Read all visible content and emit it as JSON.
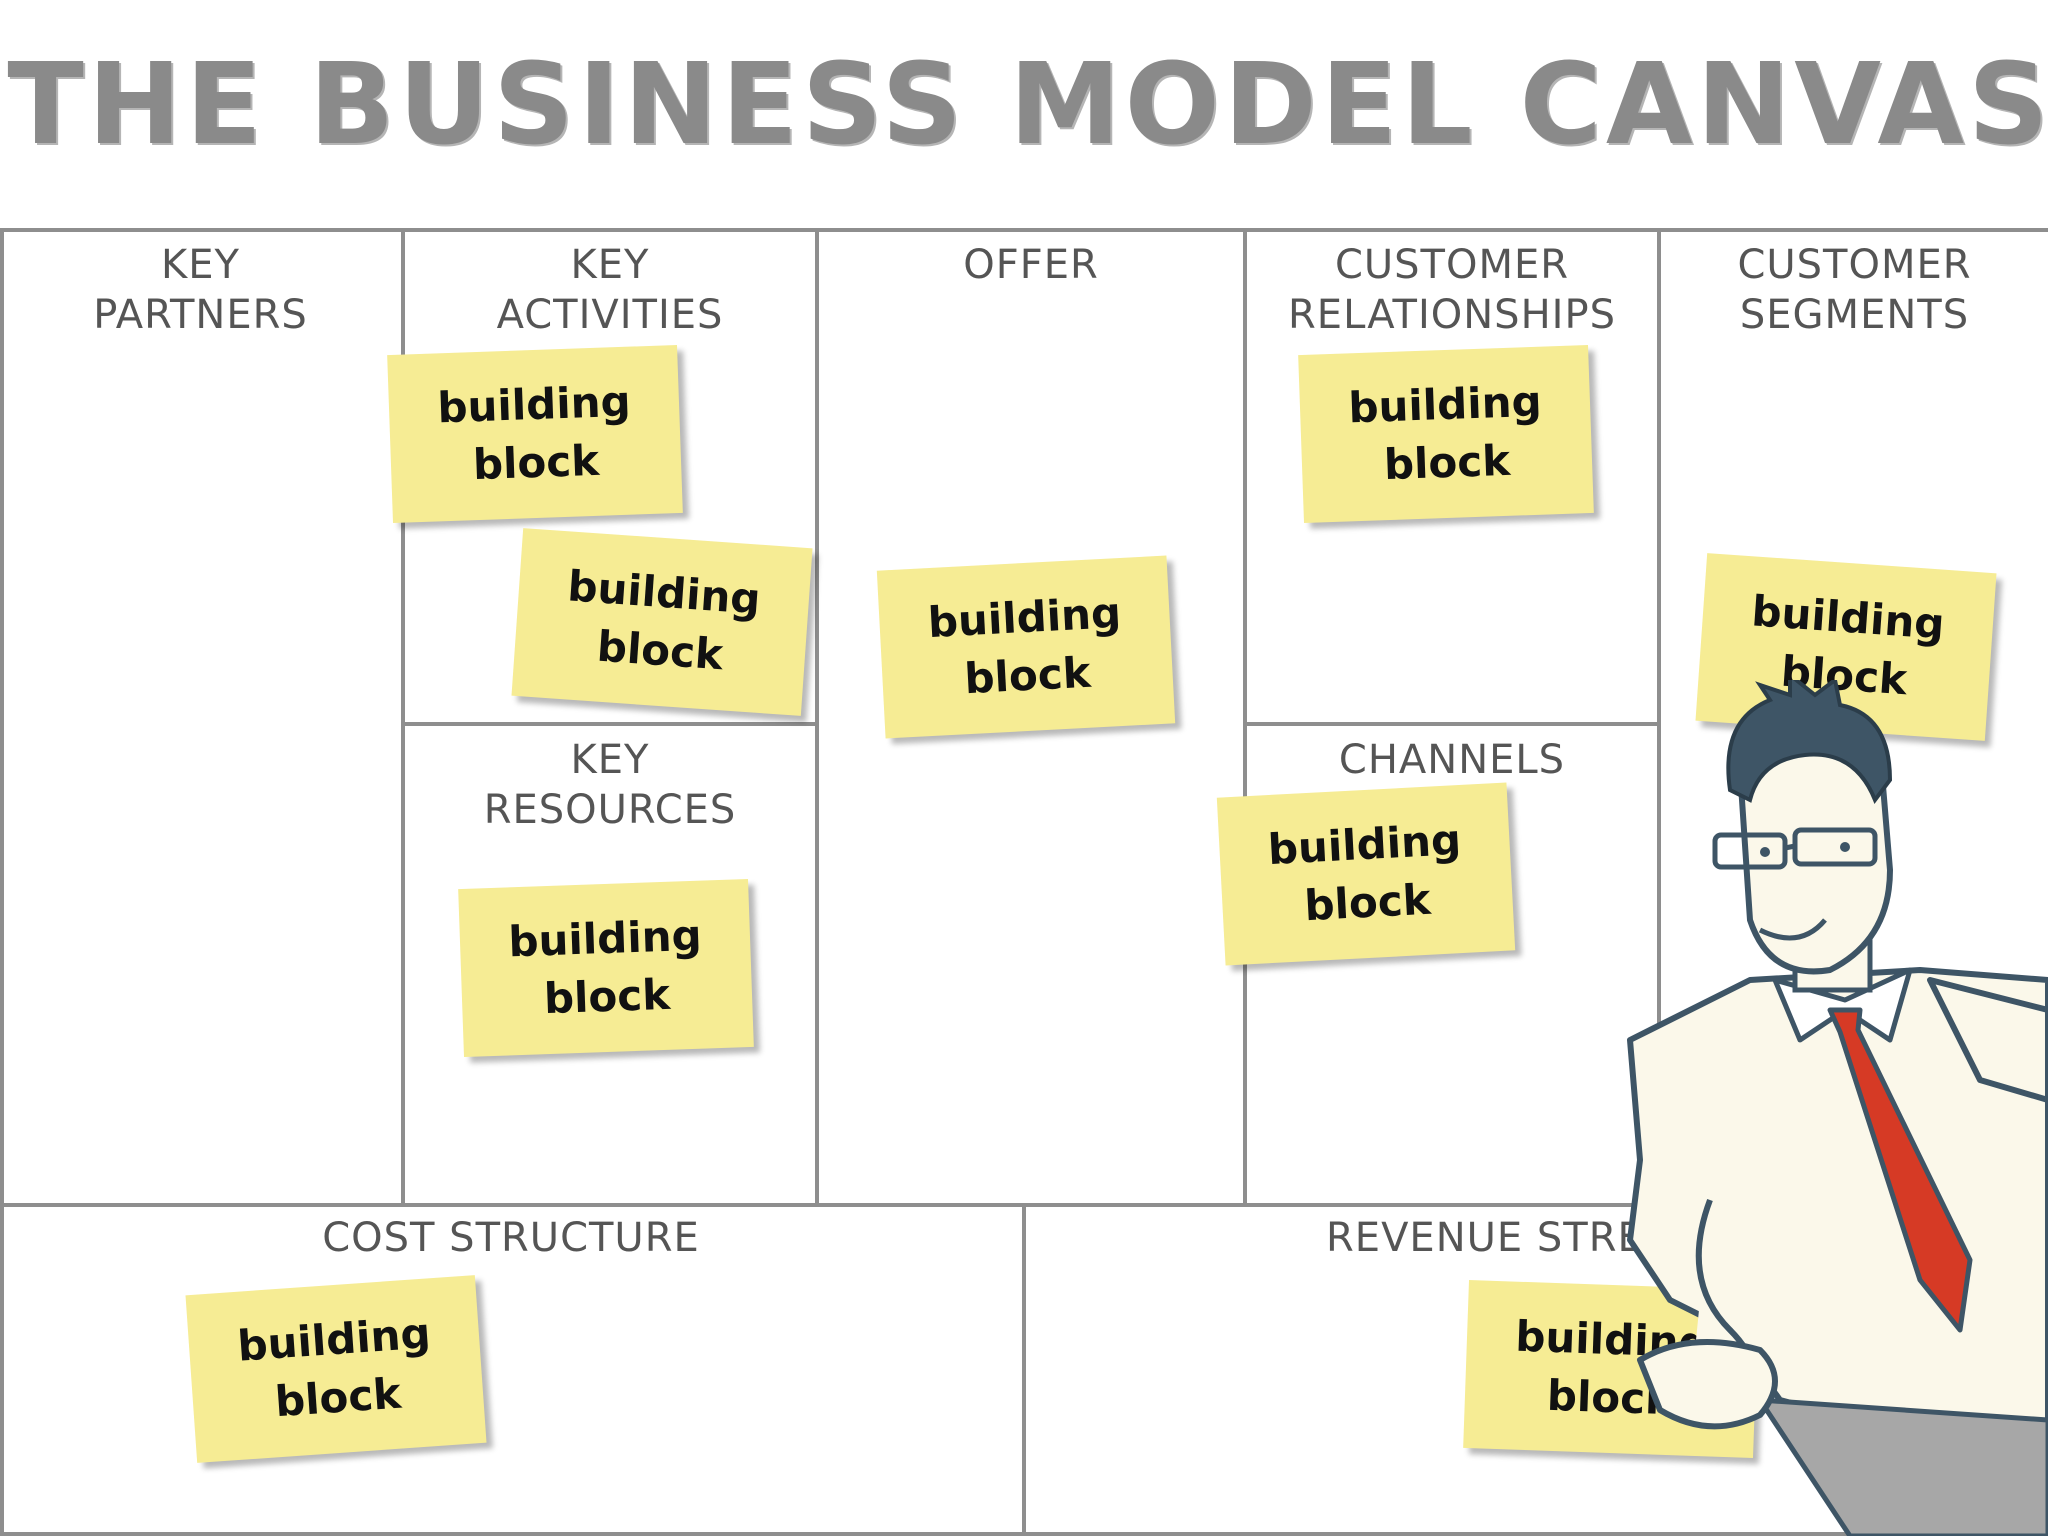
{
  "title": "THE BUSINESS MODEL CANVAS",
  "blocks": {
    "key_partners": [
      "KEY",
      "PARTNERS"
    ],
    "key_activities": [
      "KEY",
      "ACTIVITIES"
    ],
    "offer": [
      "OFFER"
    ],
    "customer_relationships": [
      "CUSTOMER",
      "RELATIONSHIPS"
    ],
    "customer_segments": [
      "CUSTOMER",
      "SEGMENTS"
    ],
    "key_resources": [
      "KEY",
      "RESOURCES"
    ],
    "channels": [
      "CHANNELS"
    ],
    "cost_structure": [
      "COST STRUCTURE"
    ],
    "revenue_streams": [
      "REVENUE STRE"
    ]
  },
  "note": [
    "building",
    "block"
  ],
  "colors": {
    "note": "#f6ec94",
    "grid": "#8e8e8e",
    "label": "#555555",
    "title": "#8a8a8a",
    "tie": "#d63a25"
  }
}
